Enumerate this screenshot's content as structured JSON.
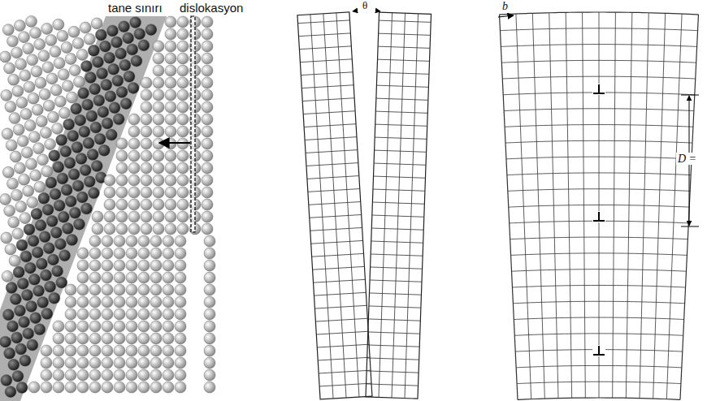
{
  "diagram": {
    "labels": [
      "tane sınırı",
      "dislokasyon",
      "θ",
      "b",
      "D ="
    ]
  }
}
